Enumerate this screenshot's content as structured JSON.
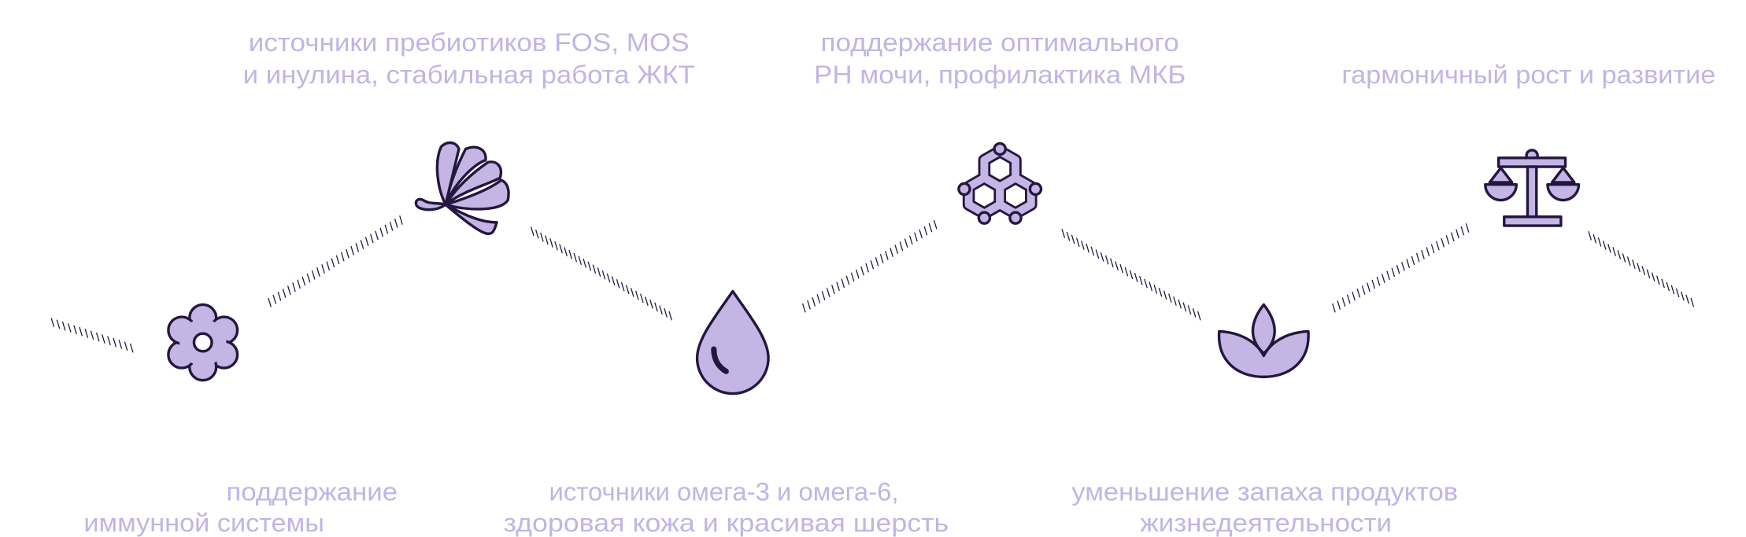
{
  "colors": {
    "text": "#c2b4e4",
    "icon_fill": "#c4b5e5",
    "icon_stroke": "#24163d",
    "hatch": "#24163d"
  },
  "benefits": [
    {
      "icon": "flower-icon",
      "lines": [
        "поддержание",
        "иммунной системы"
      ]
    },
    {
      "icon": "butterfly-icon",
      "lines": [
        "источники пребиотиков FOS, MOS",
        "и инулина, стабильная работа ЖКТ"
      ]
    },
    {
      "icon": "drop-icon",
      "lines": [
        "источники омега-3 и омега-6,",
        "здоровая кожа и красивая шерсть"
      ]
    },
    {
      "icon": "molecule-icon",
      "lines": [
        "поддержание оптимального",
        "РН мочи, профилактика МКБ"
      ]
    },
    {
      "icon": "lotus-icon",
      "lines": [
        "уменьшение запаха продуктов",
        "жизнедеятельности"
      ]
    },
    {
      "icon": "scales-icon",
      "lines": [
        "гармоничный рост и развитие"
      ]
    }
  ]
}
